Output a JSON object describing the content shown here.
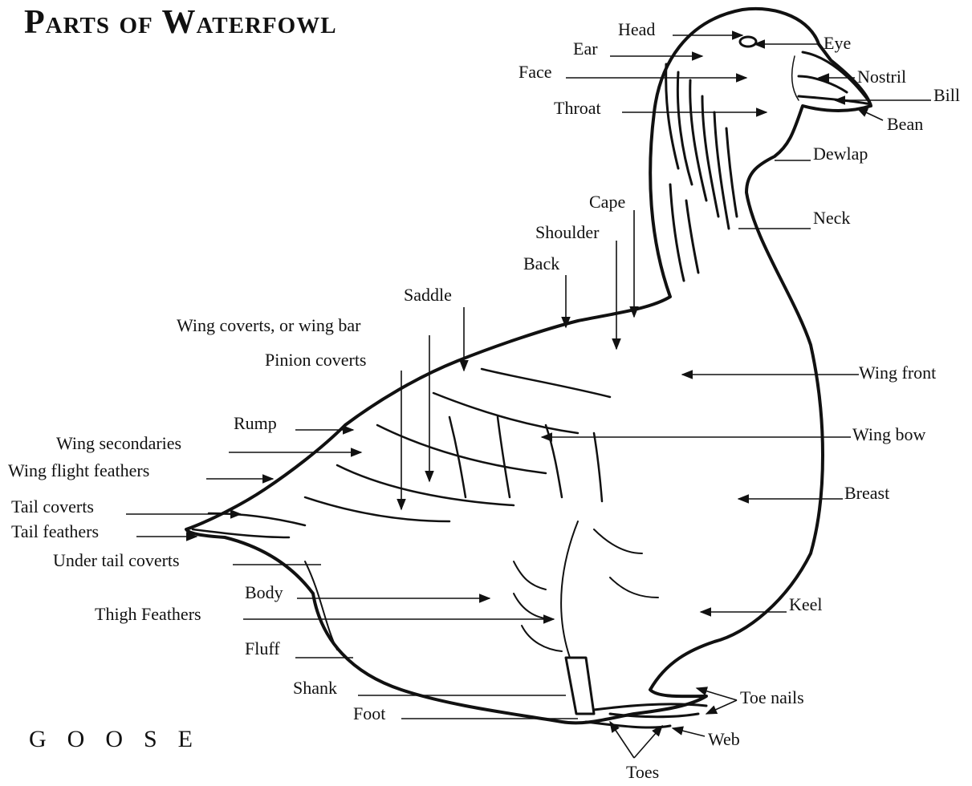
{
  "title": "Parts of Waterfowl",
  "subtitle": "GOOSE",
  "labels": {
    "head": "Head",
    "eye": "Eye",
    "ear": "Ear",
    "face": "Face",
    "nostril": "Nostril",
    "bill": "Bill",
    "bean": "Bean",
    "throat": "Throat",
    "dewlap": "Dewlap",
    "cape": "Cape",
    "neck": "Neck",
    "shoulder": "Shoulder",
    "back": "Back",
    "saddle": "Saddle",
    "wing_coverts": "Wing coverts, or wing bar",
    "pinion_coverts": "Pinion coverts",
    "wing_front": "Wing front",
    "rump": "Rump",
    "wing_bow": "Wing bow",
    "wing_secondaries": "Wing secondaries",
    "wing_flight_feathers": "Wing flight feathers",
    "breast": "Breast",
    "tail_coverts": "Tail coverts",
    "tail_feathers": "Tail feathers",
    "under_tail_coverts": "Under tail coverts",
    "body": "Body",
    "keel": "Keel",
    "thigh_feathers": "Thigh Feathers",
    "fluff": "Fluff",
    "shank": "Shank",
    "toe_nails": "Toe nails",
    "foot": "Foot",
    "web": "Web",
    "toes": "Toes"
  }
}
